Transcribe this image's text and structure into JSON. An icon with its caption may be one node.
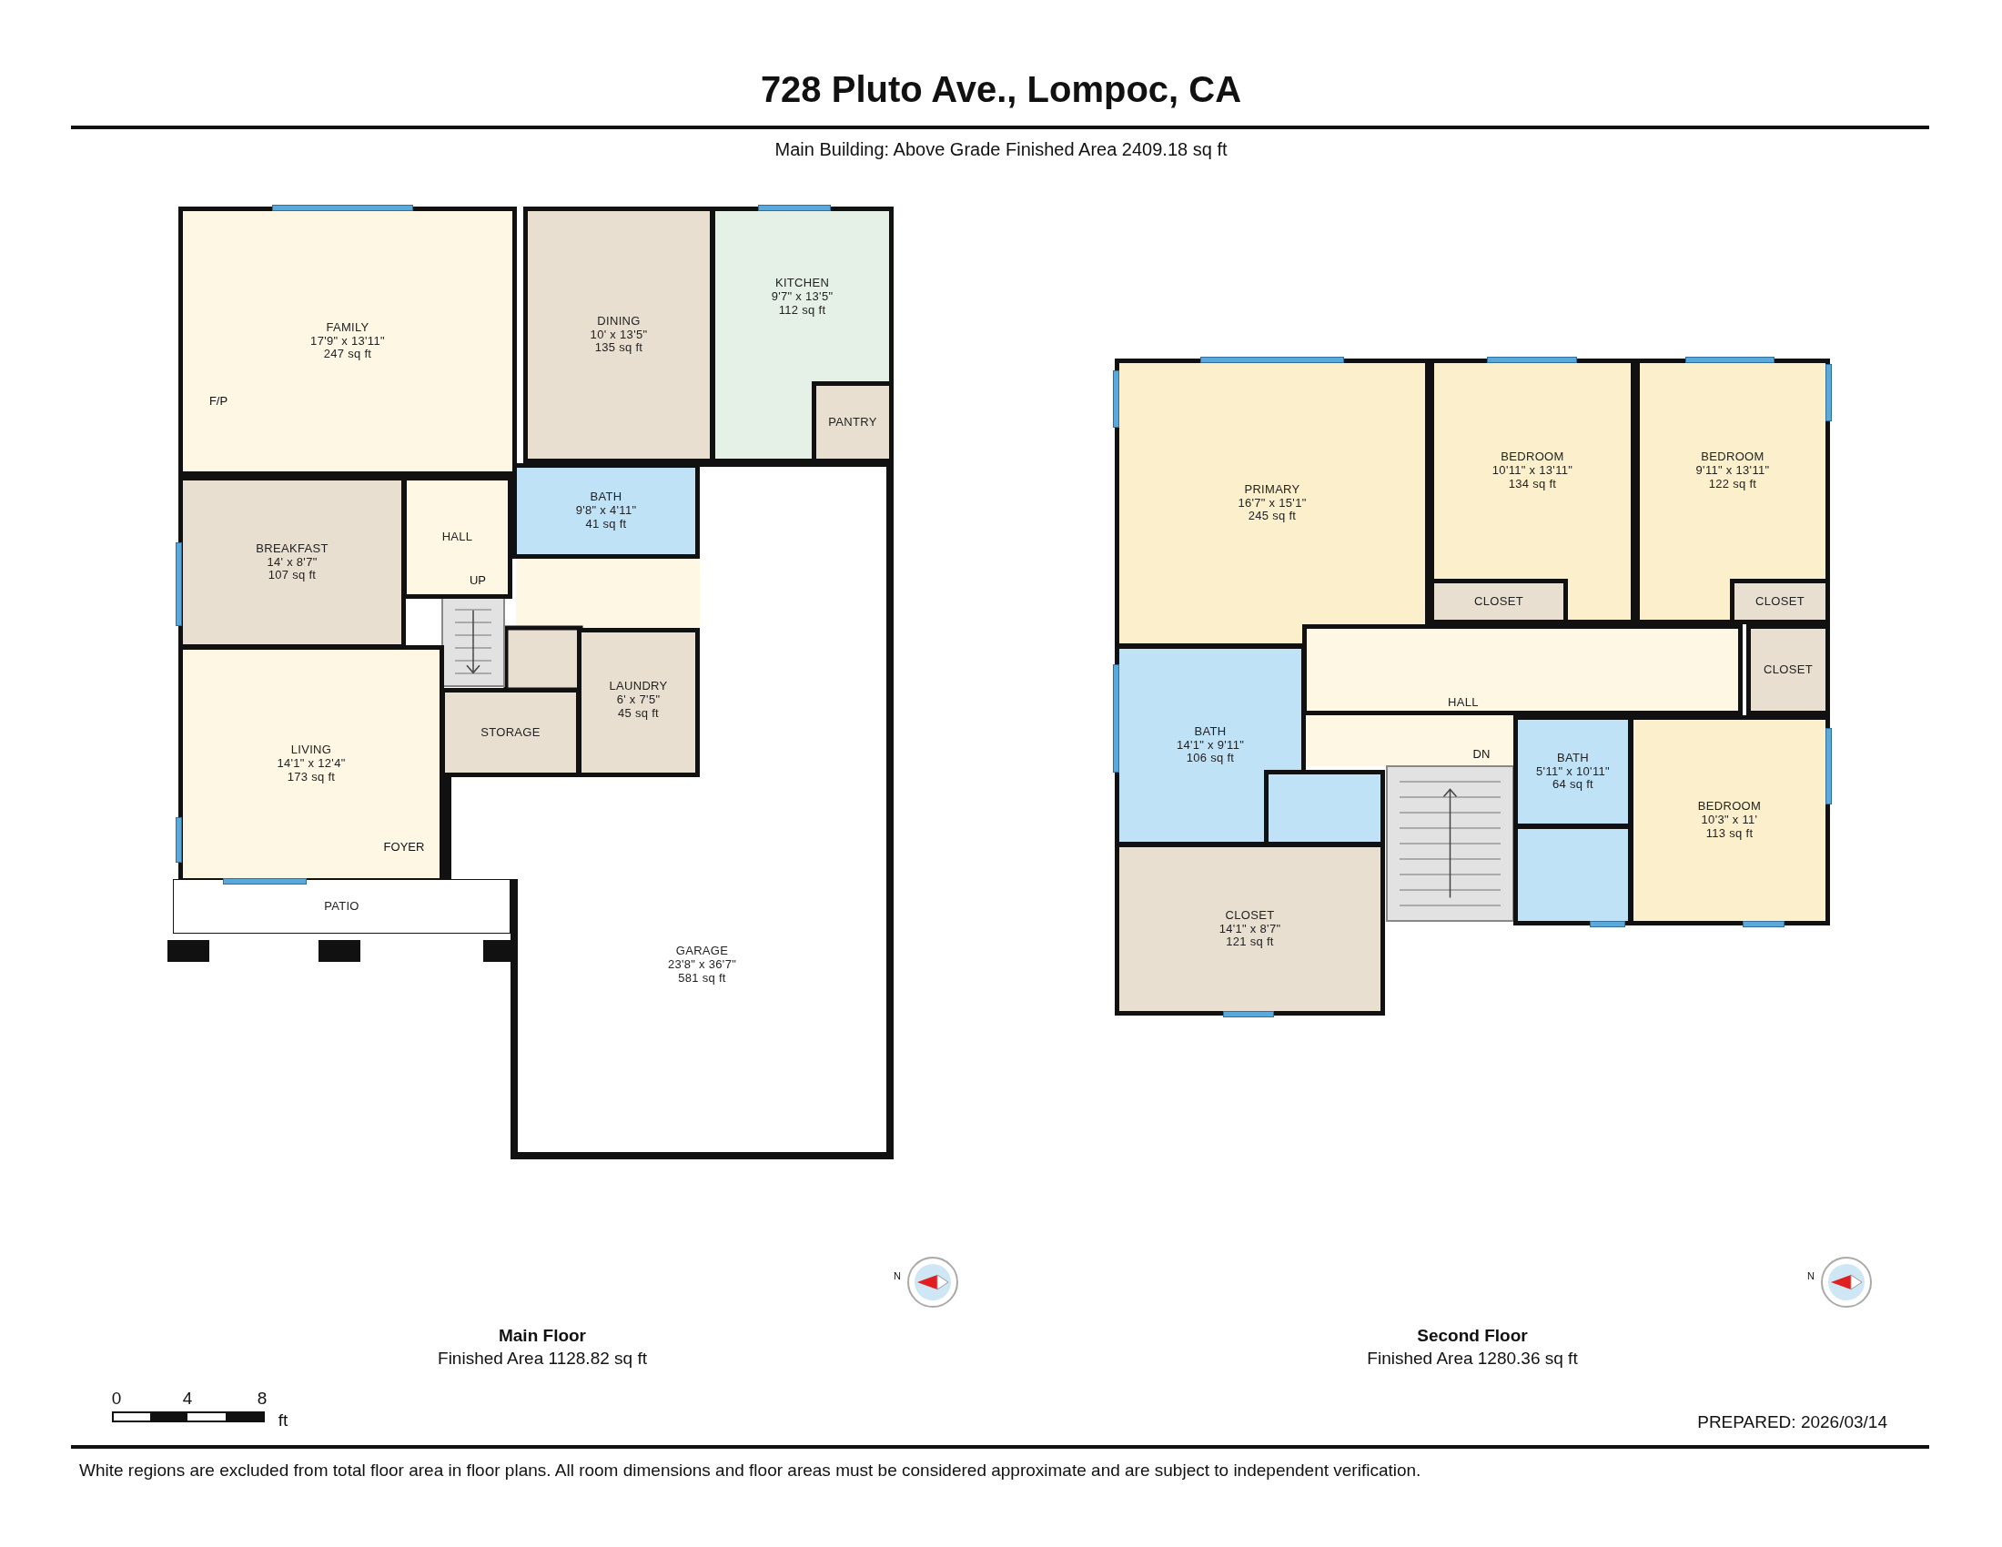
{
  "diagram": {
    "title": "728 Pluto Ave., Lompoc, CA",
    "nodes": [
      {
        "text": [
          "FAMILY",
          "17'9\" x 13'11\"",
          "247 sq ft"
        ]
      },
      {
        "text": [
          "DINING",
          "10' x 13'5\"",
          "135 sq ft"
        ]
      },
      {
        "text": [
          "KITCHEN",
          "9'7\" x 13'5\"",
          "112 sq ft"
        ]
      },
      {
        "text": [
          "PANTRY"
        ],
        "in": 2
      },
      {
        "text": [
          "BATH",
          "9'8\" x 4'11\"",
          "41 sq ft"
        ]
      },
      {
        "text": [
          "BREAKFAST",
          "14' x 8'7\"",
          "107 sq ft"
        ]
      },
      {
        "text": [
          "HALL"
        ]
      },
      {
        "text": [
          "STORAGE"
        ]
      },
      {
        "text": [
          "LAUNDRY",
          "6' x 7'5\"",
          "45 sq ft"
        ]
      },
      {
        "text": [
          "LIVING",
          "14'1\" x 12'4\"",
          "173 sq ft"
        ]
      },
      {
        "text": [
          "PATIO"
        ]
      },
      {
        "text": [
          "GARAGE",
          "23'8\" x 36'7\"",
          "581 sq ft"
        ]
      },
      {
        "text": [
          "PRIMARY",
          "16'7\" x 15'1\"",
          "245 sq ft"
        ]
      },
      {
        "text": [
          "BEDROOM",
          "10'11\" x 13'11\"",
          "134 sq ft"
        ]
      },
      {
        "text": [
          "BEDROOM",
          "9'11\" x 13'11\"",
          "122 sq ft"
        ]
      },
      {
        "text": [
          "CLOSET"
        ],
        "in": 13
      },
      {
        "text": [
          "CLOSET"
        ],
        "in": 14
      },
      {
        "text": [
          "CLOSET"
        ]
      },
      {
        "text": [
          "BATH",
          "14'1\" x 9'11\"",
          "106 sq ft"
        ]
      },
      {
        "text": [
          "HALL"
        ]
      },
      {
        "text": [
          "BATH",
          "5'11\" x 10'11\"",
          "64 sq ft"
        ]
      },
      {
        "text": [
          "BEDROOM",
          "10'3\" x 11'",
          "113 sq ft"
        ]
      },
      {
        "text": [
          "CLOSET",
          "14'1\" x 8'7\"",
          "121 sq ft"
        ]
      },
      {
        "text": [],
        "shape": "box"
      },
      {
        "text": [],
        "shape": "box"
      }
    ],
    "labels": [
      "Main Building: Above Grade Finished Area 2409.18 sq ft",
      "F/P",
      "UP",
      "FOYER",
      "DN",
      "N",
      "N",
      "Main Floor",
      "Finished Area 1128.82 sq ft",
      "Second Floor",
      "Finished Area 1280.36 sq ft",
      "0",
      "4",
      "8",
      "ft",
      "PREPARED: 2026/03/14",
      "White regions are excluded from total floor area in floor plans. All room dimensions and floor areas must be considered approximate and are subject to independent verification."
    ]
  }
}
